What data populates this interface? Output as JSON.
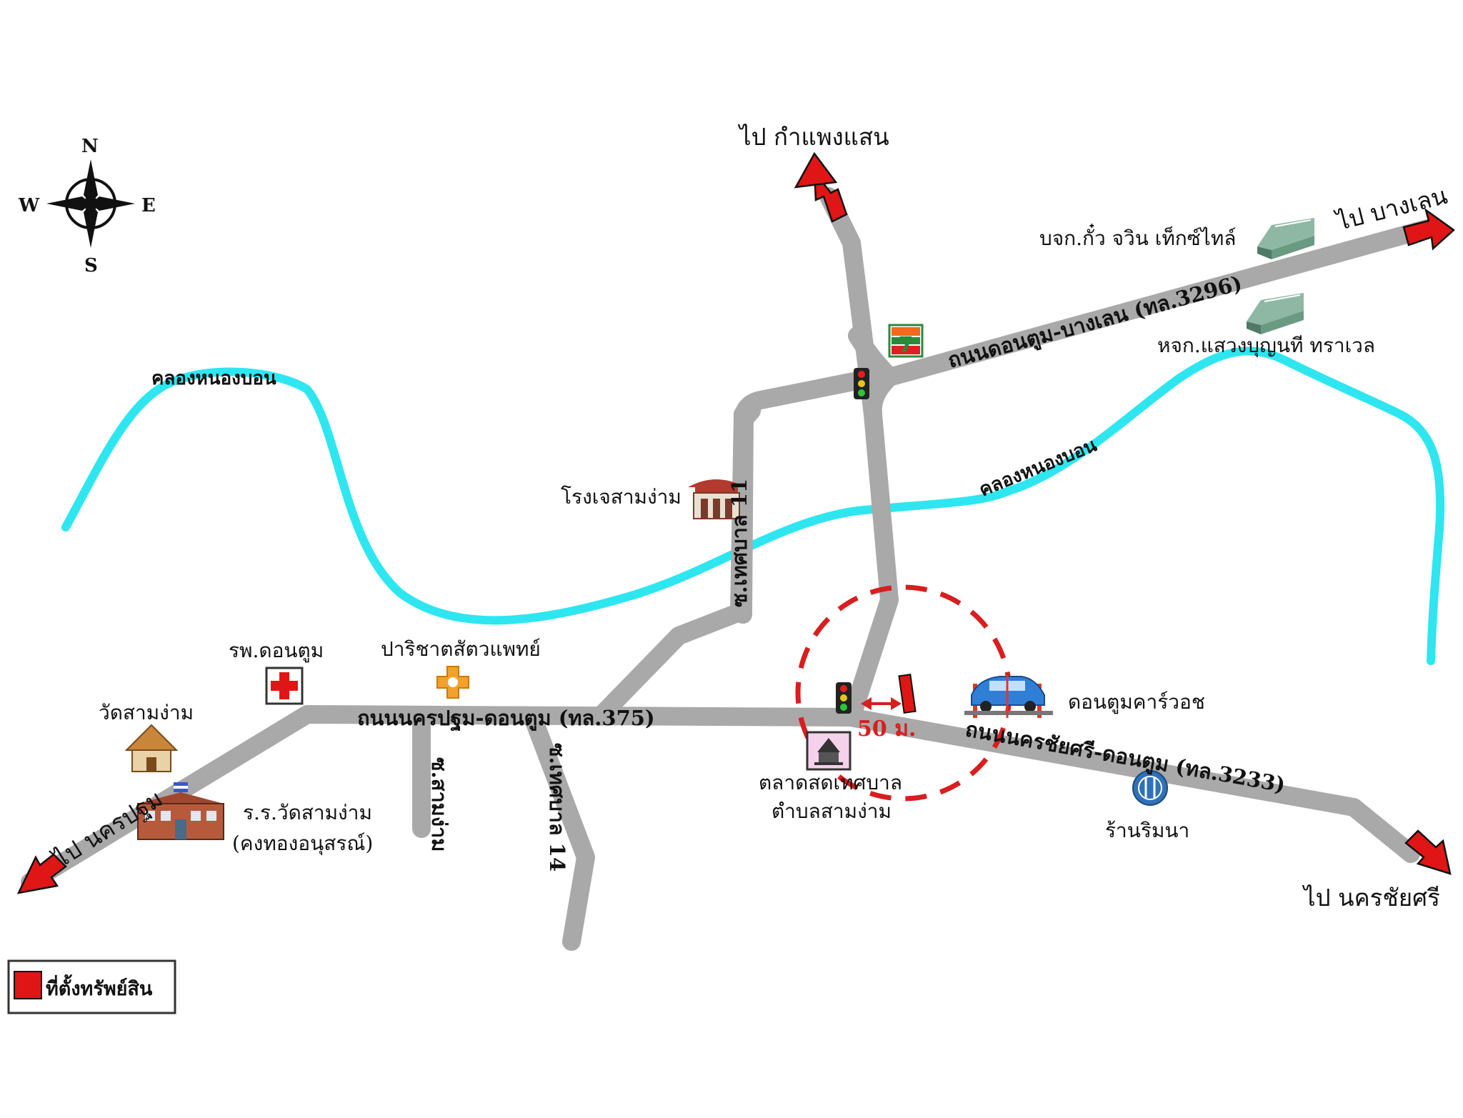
{
  "compass": {
    "north": "N",
    "south": "S",
    "east": "E",
    "west": "W"
  },
  "roads": {
    "nakhon_pathom_don_tum": "ถนนนครปฐม-ดอนตูม (ทล.375)",
    "don_tum_bang_len": "ถนนดอนตูม-บางเลน (ทล.3296)",
    "nakhon_chai_si_don_tum": "ถนนนครชัยศรี-ดอนตูม (ทล.3233)",
    "soi_thetsaban_11": "ซ.เทศบาล 11",
    "soi_thetsaban_14": "ซ.เทศบาล 14",
    "soi_sam_ngam": "ซ.สามง่าม"
  },
  "destinations": {
    "kamphaeng_saen": "ไป กำแพงแสน",
    "bang_len": "ไป บางเลน",
    "nakhon_pathom": "ไป นครปฐม",
    "nakhon_chai_si": "ไป นครชัยศรี"
  },
  "canals": {
    "nong_bon_west": "คลองหนองบอน",
    "nong_bon_east": "คลองหนองบอน"
  },
  "places": {
    "factory_1": "บจก.กั๋ว จวิน เท็กซ์ไทล์",
    "factory_2": "หจก.แสวงบุญนที ทราเวล",
    "shrine": "โรงเจสามง่าม",
    "hospital": "รพ.ดอนตูม",
    "vet": "ปาริชาตสัตวแพทย์",
    "temple": "วัดสามง่าม",
    "school_line1": "ร.ร.วัดสามง่าม",
    "school_line2": "(คงทองอนุสรณ์)",
    "market_line1": "ตลาดสดเทศบาล",
    "market_line2": "ตำบลสามง่าม",
    "car_care": "ดอนตูมคาร์วอช",
    "restaurant": "ร้านริมนา"
  },
  "distance_label": "50 ม.",
  "legend": {
    "label": "ที่ตั้งทรัพย์สิน",
    "color": "#e01616"
  },
  "colors": {
    "road": "#a9a9a9",
    "canal": "#2ee6f0",
    "marker": "#e01616",
    "circle": "#d81e1e"
  },
  "icons": [
    "compass-rose-icon",
    "traffic-light-icon",
    "seven-eleven-icon",
    "warehouse-icon",
    "chinese-shrine-icon",
    "hospital-cross-icon",
    "vet-clinic-icon",
    "temple-icon",
    "school-icon",
    "market-icon",
    "car-care-icon",
    "restaurant-icon"
  ]
}
